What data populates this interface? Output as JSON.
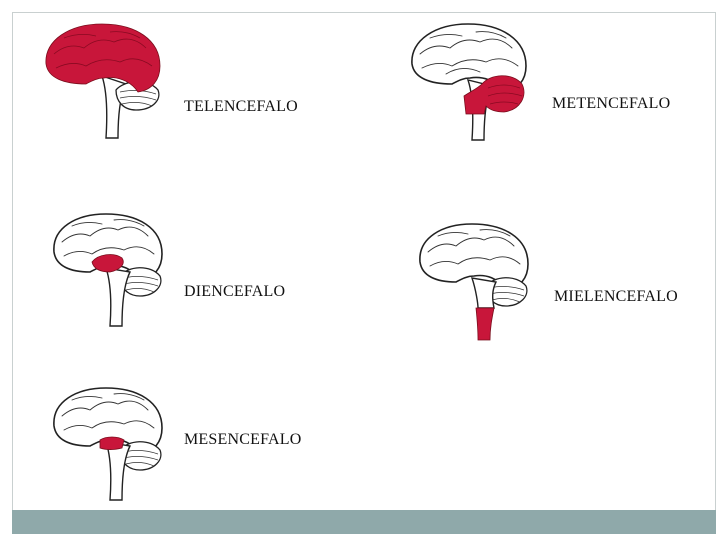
{
  "slide": {
    "accent_color": "#c8163a",
    "footer_color": "#8fa9aa"
  },
  "panels": [
    {
      "id": "telencefalo",
      "label": "TELENCEFALO",
      "highlight": "cerebrum"
    },
    {
      "id": "metencefalo",
      "label": "METENCEFALO",
      "highlight": "cerebellum-pons"
    },
    {
      "id": "diencefalo",
      "label": "DIENCEFALO",
      "highlight": "thalamus"
    },
    {
      "id": "mielencefalo",
      "label": "MIELENCEFALO",
      "highlight": "medulla"
    },
    {
      "id": "mesencefalo",
      "label": "MESENCEFALO",
      "highlight": "midbrain"
    }
  ]
}
